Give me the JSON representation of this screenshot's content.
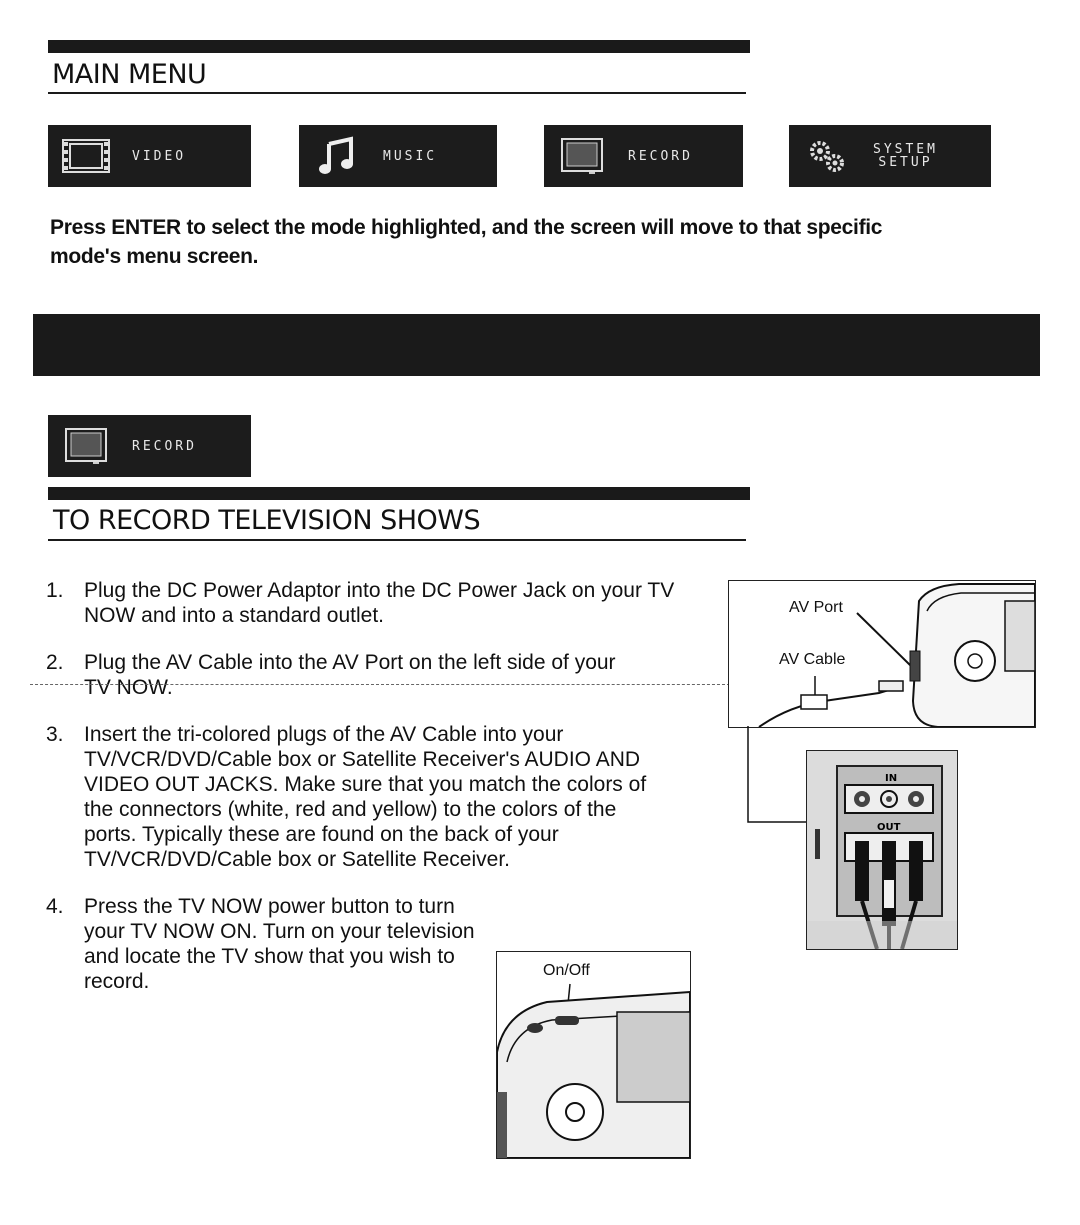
{
  "main_menu": {
    "title": "MAIN MENU",
    "buttons": [
      {
        "label": "VIDEO",
        "icon": "film-strip-icon"
      },
      {
        "label": "MUSIC",
        "icon": "music-note-icon"
      },
      {
        "label": "RECORD",
        "icon": "tv-screen-icon"
      },
      {
        "label": "SYSTEM\nSETUP",
        "icon": "gears-icon"
      }
    ],
    "instruction": "Press ENTER to select the mode highlighted, and the screen will move to that specific mode's menu screen."
  },
  "record_section": {
    "button_label": "RECORD",
    "title": "TO RECORD TELEVISION SHOWS",
    "steps": [
      {
        "num": "1.",
        "text": "Plug the DC Power Adaptor into the DC Power Jack on your TV NOW and into a standard outlet."
      },
      {
        "num": "2.",
        "text": "Plug the AV Cable into the AV Port on the left side of your TV NOW."
      },
      {
        "num": "3.",
        "text": "Insert the tri-colored plugs of the AV Cable into your TV/VCR/DVD/Cable box or Satellite Receiver's AUDIO AND VIDEO OUT JACKS. Make sure that you match the colors of the connectors (white, red and yellow) to the colors of the ports. Typically these are found on the back of your TV/VCR/DVD/Cable box or Satellite Receiver."
      },
      {
        "num": "4.",
        "text": "Press the TV NOW power button to turn your TV NOW ON. Turn on your television and locate the TV show that you wish to record."
      }
    ]
  },
  "figures": {
    "av_port_label": "AV Port",
    "av_cable_label": "AV Cable",
    "in_label": "IN",
    "out_label": "OUT",
    "on_off_label": "On/Off"
  }
}
